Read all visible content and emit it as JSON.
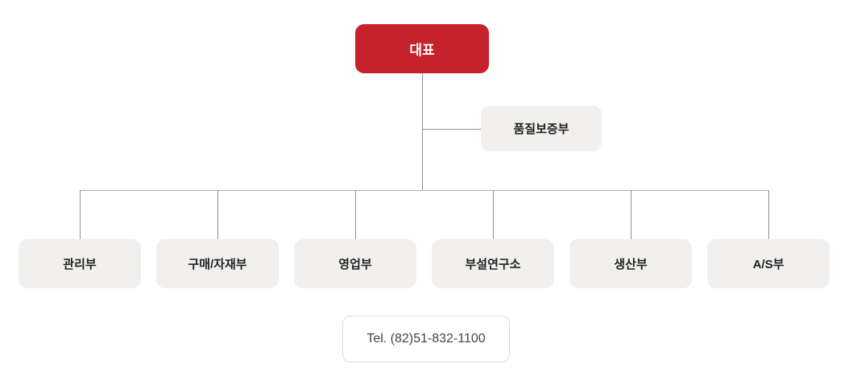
{
  "colors": {
    "accent-red": "#c5222c",
    "box-gray": "#f1f0ee",
    "line-dark": "#8f8f8f",
    "line-light": "#b5b5b5",
    "text-dark": "#222222",
    "text-on-red": "#ffffff",
    "tel-border": "#dddddd",
    "tel-text": "#444444"
  },
  "org_chart": {
    "root": {
      "label": "대표"
    },
    "staff_unit": {
      "label": "품질보증부"
    },
    "departments": [
      {
        "label": "관리부"
      },
      {
        "label": "구매/자재부"
      },
      {
        "label": "영업부"
      },
      {
        "label": "부설연구소"
      },
      {
        "label": "생산부"
      },
      {
        "label": "A/S부"
      }
    ],
    "contact": {
      "label": "Tel. (82)51-832-1100"
    }
  }
}
